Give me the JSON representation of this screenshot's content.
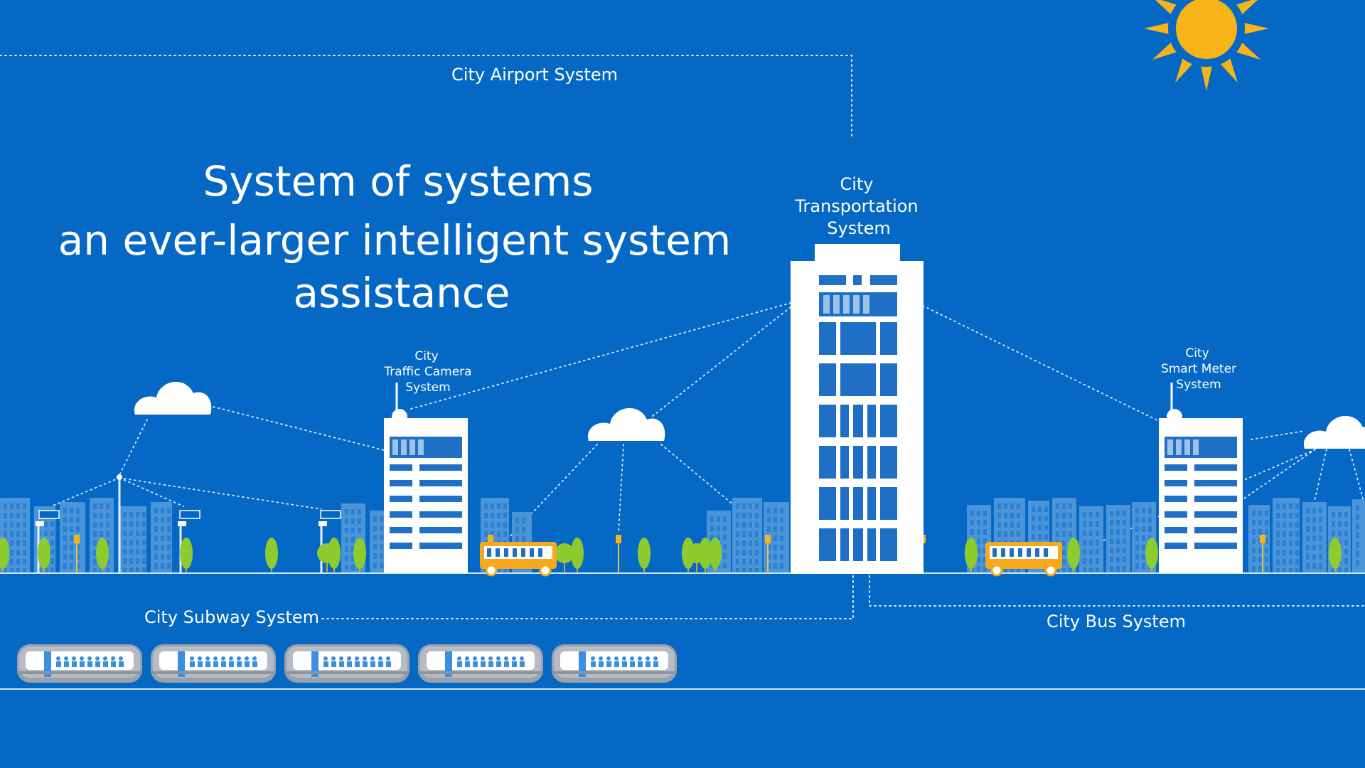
{
  "headline": {
    "line1": "System of systems",
    "line2": "an ever-larger intelligent system",
    "line3": "assistance"
  },
  "labels": {
    "airport": "City Airport System",
    "transportation": [
      "City",
      "Transportation",
      "System"
    ],
    "traffic_camera": [
      "City",
      "Traffic Camera",
      "System"
    ],
    "smart_meter": [
      "City",
      "Smart Meter",
      "System"
    ],
    "subway": "City Subway System",
    "bus": "City Bus System"
  },
  "colors": {
    "background": "#0568c4",
    "building_light": "#4a95d9",
    "building_white": "#ffffff",
    "window_blue": "#1f6fc4",
    "tree_green": "#8ccc2e",
    "sun_yellow": "#f7b418",
    "bus_yellow": "#f7a81b",
    "train_silver": "#b7bcc4"
  },
  "icons": [
    "sun-icon",
    "cloud-icon",
    "bus-icon",
    "subway-train-icon",
    "tree-icon",
    "traffic-light-icon",
    "street-lamp-icon",
    "traffic-camera-icon",
    "antenna-icon"
  ],
  "train_count": 5
}
